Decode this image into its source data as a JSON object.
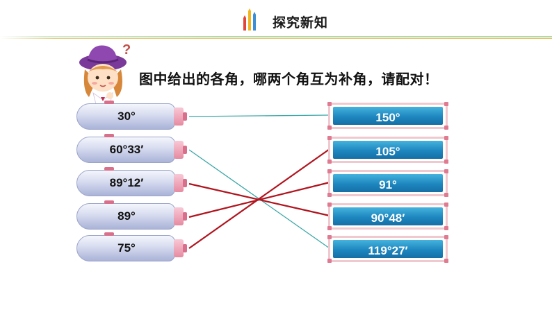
{
  "header": {
    "title": "探究新知"
  },
  "question": "图中给出的各角，哪两个角互为补角，请配对！",
  "left_angles": [
    "30°",
    "60°33′",
    "89°12′",
    "89°",
    "75°"
  ],
  "right_angles": [
    "150°",
    "105°",
    "91°",
    "90°48′",
    "119°27′"
  ],
  "colors": {
    "teal_line": "#3aa6a6",
    "red_line": "#b0141e",
    "box_blue": "#1e86bf"
  }
}
